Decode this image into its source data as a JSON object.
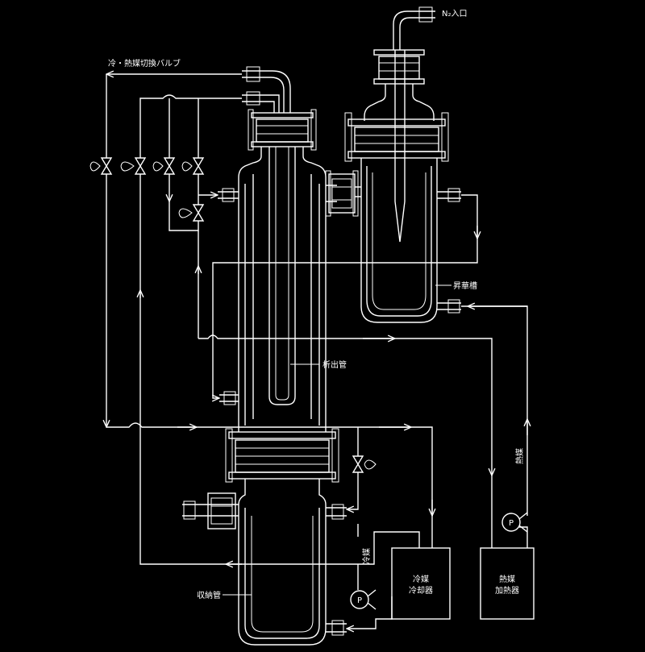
{
  "labels": {
    "n2_inlet": "N₂入口",
    "coolant_switch_valve": "冷・熱媒切換バルブ",
    "sublimation_vessel": "昇華槽",
    "precipitation_tube": "析出管",
    "collection_tube": "収納管",
    "coolant_cooler_line1": "冷媒",
    "coolant_cooler_line2": "冷却器",
    "heater_line1": "熱媒",
    "heater_line2": "加熱器",
    "coolant_vertical": "冷媒",
    "heat_medium_vertical": "熱媒",
    "pump_1": "P",
    "pump_2": "P"
  },
  "colors": {
    "background": "#000000",
    "line": "#ffffff"
  }
}
